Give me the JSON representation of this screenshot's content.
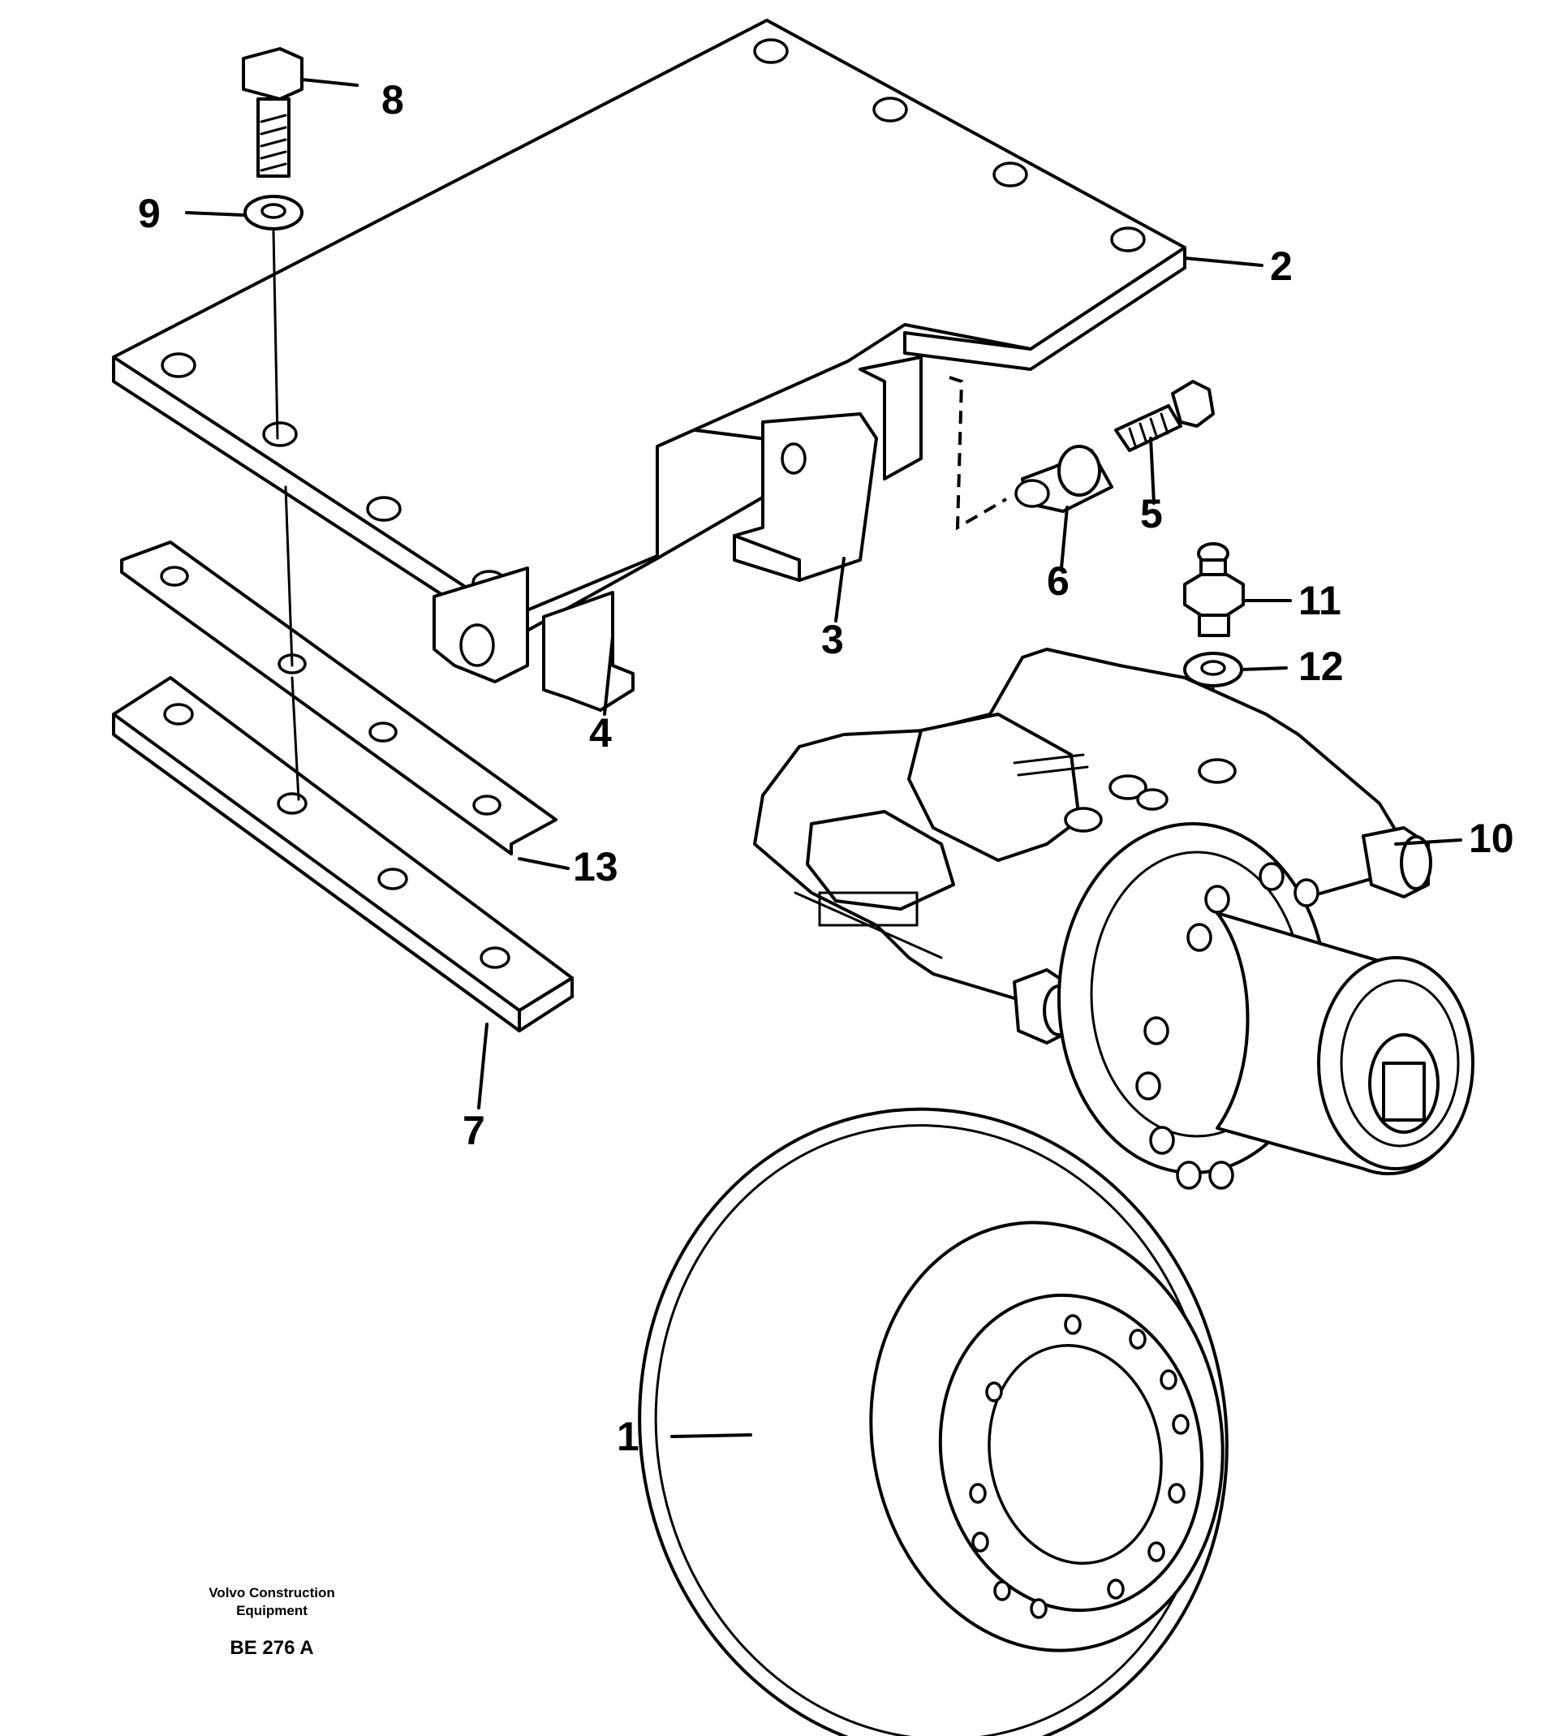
{
  "callouts": [
    "1",
    "2",
    "3",
    "4",
    "5",
    "6",
    "7",
    "8",
    "9",
    "10",
    "11",
    "12",
    "13"
  ],
  "footer": {
    "company_line1": "Volvo Construction",
    "company_line2": "Equipment",
    "drawing_ref": "BE 276 A"
  }
}
